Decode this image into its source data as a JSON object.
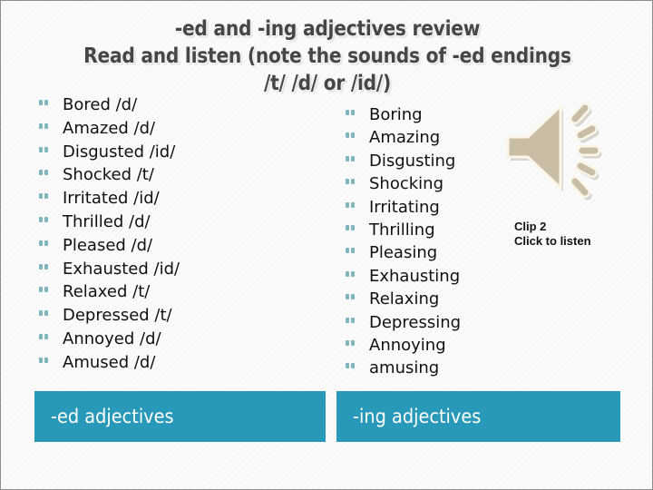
{
  "slide": {
    "title_lines": [
      "-ed and -ing adjectives review",
      "Read and listen (note the sounds of -ed endings",
      "/t/ /d/ or /id/)"
    ],
    "background_color": "#fbfbfb",
    "accent_color": "#2899b8",
    "bullet_color": "#7fb6bd",
    "title_color": "#464646"
  },
  "left_column": {
    "items": [
      "Bored /d/",
      "Amazed /d/",
      "Disgusted /id/",
      "Shocked /t/",
      "Irritated /id/",
      "Thrilled /d/",
      "Pleased /d/",
      "Exhausted /id/",
      "Relaxed /t/",
      "Depressed /t/",
      "Annoyed /d/",
      "Amused /d/"
    ]
  },
  "right_column": {
    "items": [
      "Boring",
      "Amazing",
      "Disgusting",
      "Shocking",
      "Irritating",
      "Thrilling",
      "Pleasing",
      "Exhausting",
      "Relaxing",
      "Depressing",
      "Annoying",
      "amusing"
    ]
  },
  "audio": {
    "icon": "speaker-icon",
    "icon_color": "#c9bda6",
    "clip_label": "Clip 2",
    "clip_instruction": "Click to listen"
  },
  "bottom_bars": {
    "left_label": "-ed adjectives",
    "right_label": "-ing adjectives"
  }
}
